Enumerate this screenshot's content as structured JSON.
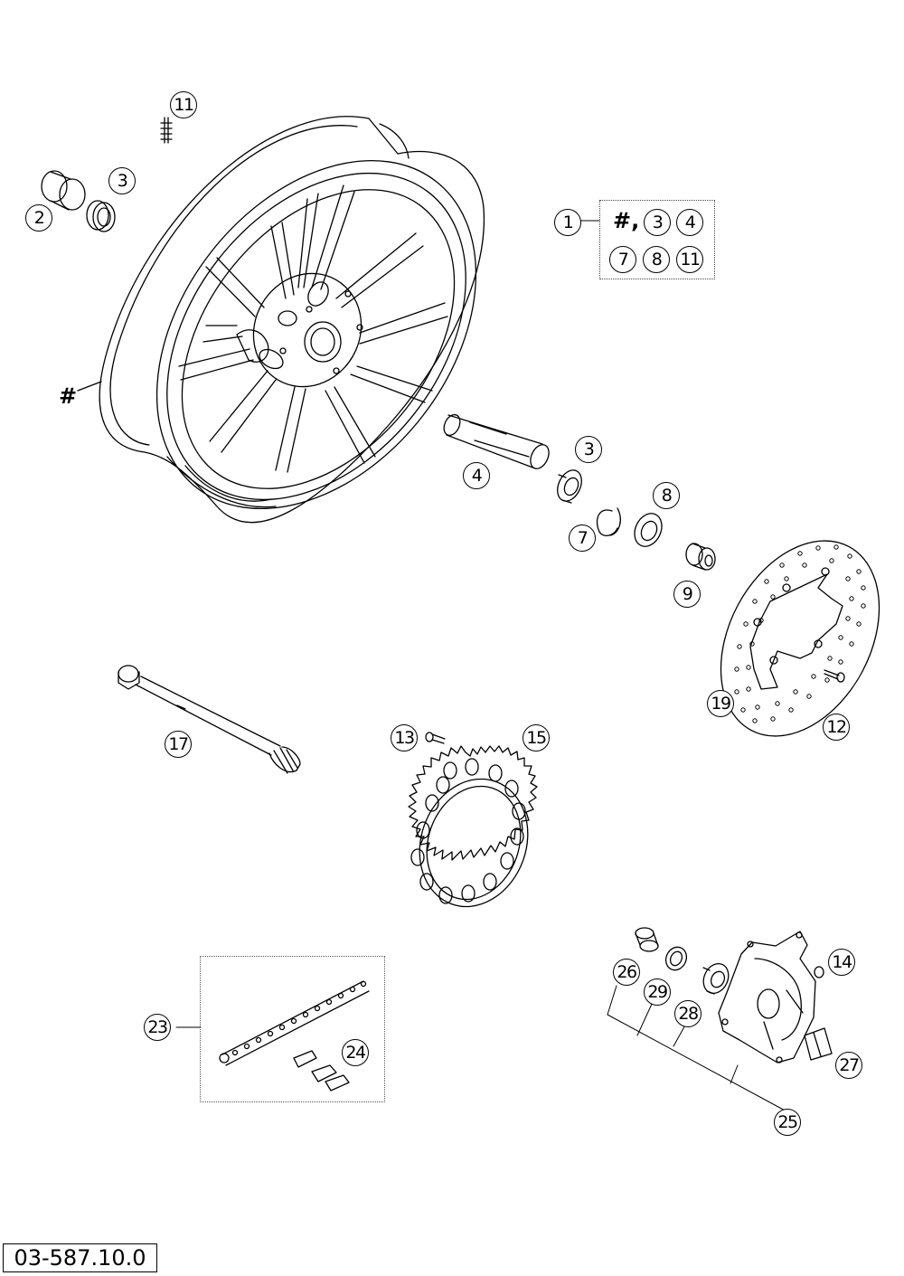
{
  "callouts": {
    "c1": "1",
    "c2": "2",
    "c3a": "3",
    "c3b": "3",
    "c4": "4",
    "c7": "7",
    "c8": "8",
    "c9": "9",
    "c11": "11",
    "c12": "12",
    "c13": "13",
    "c14": "14",
    "c15": "15",
    "c17": "17",
    "c19": "19",
    "c23": "23",
    "c24": "24",
    "c25": "25",
    "c26": "26",
    "c27": "27",
    "c28": "28",
    "c29": "29"
  },
  "legend": {
    "hash_label": "#,",
    "items": [
      "3",
      "4",
      "7",
      "8",
      "11"
    ]
  },
  "tire_mark": "#",
  "drawing_code": "03-587.10.0"
}
